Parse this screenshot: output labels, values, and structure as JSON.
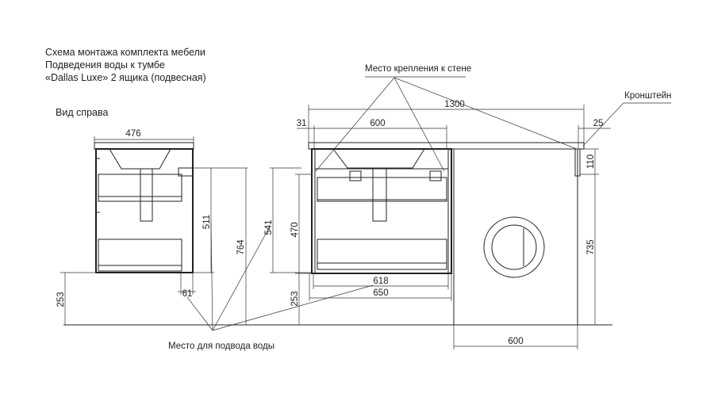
{
  "title": {
    "line1": "Схема монтажа комплекта мебели",
    "line2": "Подведения воды к тумбе",
    "line3": "«Dallas Luxe» 2 ящика (подвесная)"
  },
  "side_view_label": "Вид справа",
  "labels": {
    "wall_mount": "Место крепления к стене",
    "bracket": "Кронштейн",
    "water_supply": "Место для подвода воды"
  },
  "dimensions": {
    "side_width": "476",
    "side_height_511": "511",
    "side_height_764": "764",
    "side_height_541": "541",
    "side_floor_253": "253",
    "side_depth_61": "61",
    "total_width": "1300",
    "offset_31": "31",
    "basin_600": "600",
    "offset_25": "25",
    "bracket_110": "110",
    "washer_735": "735",
    "front_470": "470",
    "front_floor_253": "253",
    "width_618": "618",
    "width_650": "650",
    "washer_600": "600"
  }
}
